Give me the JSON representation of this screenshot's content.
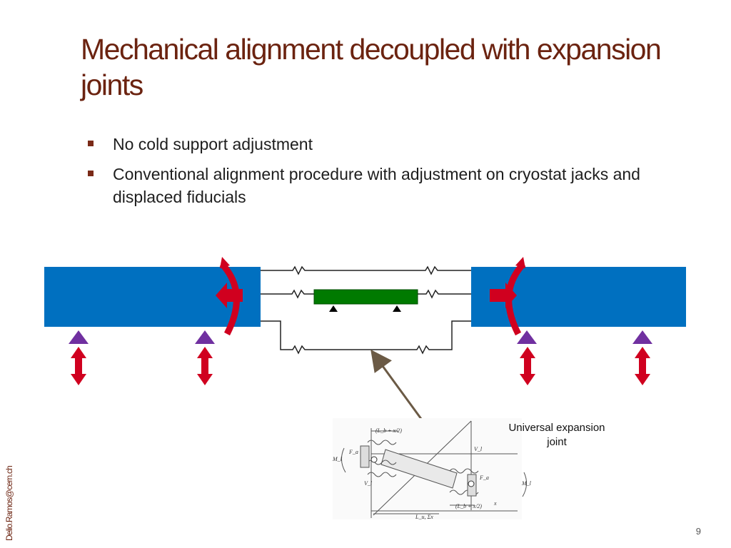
{
  "slide": {
    "title": "Mechanical alignment decoupled with expansion joints",
    "bullets": [
      "No cold support adjustment",
      "Conventional alignment procedure with adjustment on cryostat jacks and displaced fiducials"
    ],
    "caption": "Universal expansion joint",
    "author_email": "Delio.Ramos@cern.ch",
    "page_number": "9"
  },
  "inset_labels": {
    "top_dim": "(L_b + x/2)",
    "bottom_dim": "(L_b + x/2)",
    "fa_left": "F_a",
    "fa_right": "F_a",
    "ml": "M_l",
    "mr": "M_l",
    "vl": "V_l",
    "vr": "V_l",
    "lu": "L_u, Σx",
    "x_label": "x"
  },
  "colors": {
    "title": "#6b2310",
    "cryostat_blue": "#0070c0",
    "support_green": "#007a00",
    "arrow_red": "#d0001f",
    "triangle_purple": "#7030a0",
    "bullet_square": "#7a2a17"
  },
  "icons": {
    "bullet": "square-bullet-icon",
    "jack": "up-down-arrow-icon",
    "support": "triangle-icon",
    "rotation": "curved-rotation-arrow-icon",
    "spring": "spring-icon"
  }
}
